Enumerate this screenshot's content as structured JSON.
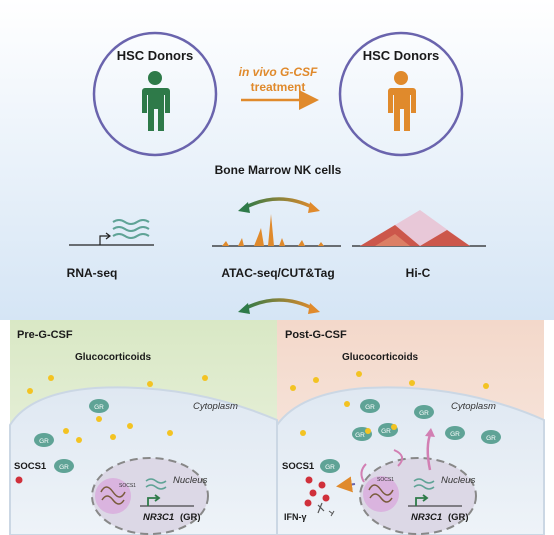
{
  "donors_left": "HSC Donors",
  "donors_right": "HSC Donors",
  "treatment_line1": "in vivo G-CSF",
  "treatment_line2": "treatment",
  "nk_cells": "Bone Marrow NK cells",
  "assay_rna": "RNA-seq",
  "assay_atac": "ATAC-seq/CUT&Tag",
  "assay_hic": "Hi-C",
  "pre_title": "Pre-G-CSF",
  "post_title": "Post-G-CSF",
  "glucocorticoids": "Glucocorticoids",
  "cytoplasm": "Cytoplasm",
  "nucleus": "Nucleus",
  "gr": "GR",
  "socs1": "SOCS1",
  "nr3c1": "NR3C1",
  "nr3c1_suffix": "(GR)",
  "ifn": "IFN-γ",
  "colors": {
    "top_bg": "#ddeaf7",
    "pre_bg": "#e3eed2",
    "post_bg": "#f6e3d8",
    "person_pre": "#2e7a49",
    "person_post": "#e08a2c",
    "treatment_text": "#e08a2c",
    "donor_ring": "#6a64ad",
    "gr_fill": "#5fa396",
    "glucocorticoid": "#f3c322",
    "socs1": "#d0303b"
  }
}
